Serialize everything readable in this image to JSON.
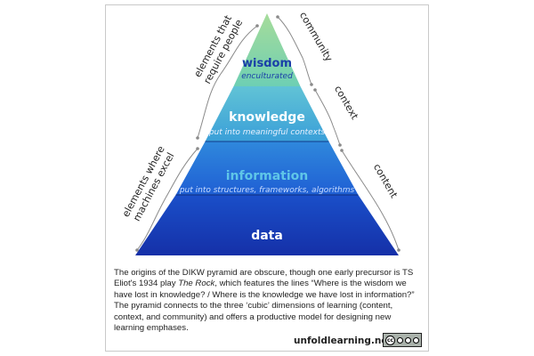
{
  "levels": [
    {
      "title": "wisdom",
      "subtitle": "enculturated"
    },
    {
      "title": "knowledge",
      "subtitle": "put into meaningful contexts"
    },
    {
      "title": "information",
      "subtitle": "put into structures, frameworks, algorithms"
    },
    {
      "title": "data",
      "subtitle": ""
    }
  ],
  "left_labels": {
    "top_line1": "elements that",
    "top_line2": "require people",
    "bottom_line1": "elements where",
    "bottom_line2": "machines excel"
  },
  "right_labels": {
    "community": "community",
    "context": "context",
    "content": "content"
  },
  "caption": {
    "part1": "The origins of the DIKW pyramid are obscure, though one early precursor is TS Eliot's 1934 play ",
    "play_title": "The Rock",
    "part2": ", which features the lines “Where is the wisdom we have lost in knowledge? / Where is the knowledge we have lost in information?” The pyramid connects to the three ‘cubic’ dimensions of learning (content, context, and community) and offers a productive model for designing new learning emphases."
  },
  "site": "unfoldlearning.net",
  "license_badge": {
    "cc": "cc",
    "labels": [
      "BY",
      "NC",
      "SA"
    ]
  },
  "colors": {
    "wisdom_top": "#a6dc9a",
    "wisdom_bottom": "#6ecfb3",
    "knowledge_top": "#61c3d6",
    "knowledge_bottom": "#3a9fd8",
    "information_top": "#2f88dc",
    "information_bottom": "#1f5fd4",
    "data_top": "#1a4fc9",
    "data_bottom": "#1530a8",
    "accent_text": "#1a3fa8",
    "sub_text": "#e8f0ff"
  }
}
